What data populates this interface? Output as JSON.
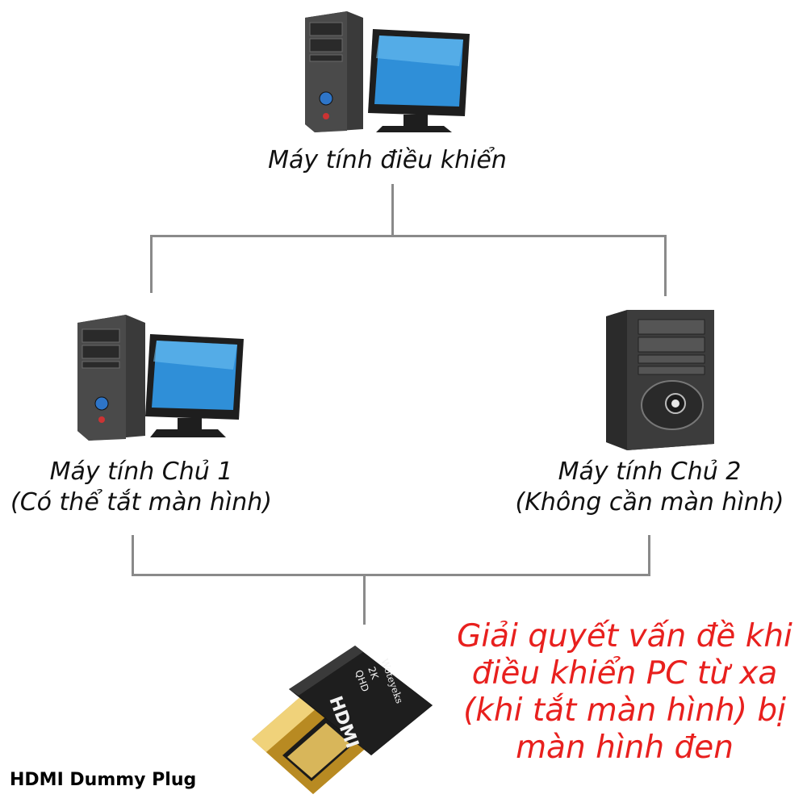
{
  "nodes": {
    "controller": {
      "label": "Máy tính điều khiển"
    },
    "host1": {
      "line1": "Máy tính Chủ 1",
      "line2": "(Có thể tắt màn hình)"
    },
    "host2": {
      "line1": "Máy tính Chủ 2",
      "line2": "(Không cần màn hình)"
    }
  },
  "plug": {
    "label": "HDMI Dummy Plug",
    "body_text": {
      "brand": "Woteyeks",
      "hdmi": "HDMI",
      "qhd": "QHD",
      "res": "2K"
    }
  },
  "callout": {
    "lines": [
      "Giải quyết vấn đề khi",
      "điều khiển PC từ xa",
      "(khi tắt màn hình) bị",
      "màn hình đen"
    ],
    "color": "#e8201e"
  },
  "colors": {
    "connector": "#8a8a8a",
    "monitor_screen": "#2f8fd8",
    "tower": "#3a3a3a"
  }
}
